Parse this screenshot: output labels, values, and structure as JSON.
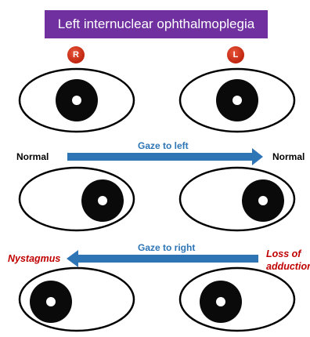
{
  "title": "Left internuclear ophthalmoplegia",
  "markers": {
    "right": "R",
    "left": "L"
  },
  "rows": [
    {
      "label_left": "",
      "arrow_label": "",
      "label_right": ""
    },
    {
      "label_left": "Normal",
      "arrow_label": "Gaze to left",
      "label_right": "Normal"
    },
    {
      "label_left": "Nystagmus",
      "arrow_label": "Gaze to right",
      "label_right": "Loss of adduction"
    }
  ],
  "colors": {
    "banner": "#7030a0",
    "marker": "#c0260f",
    "arrow": "#2e75b6",
    "abnormal_text": "#c00000"
  }
}
